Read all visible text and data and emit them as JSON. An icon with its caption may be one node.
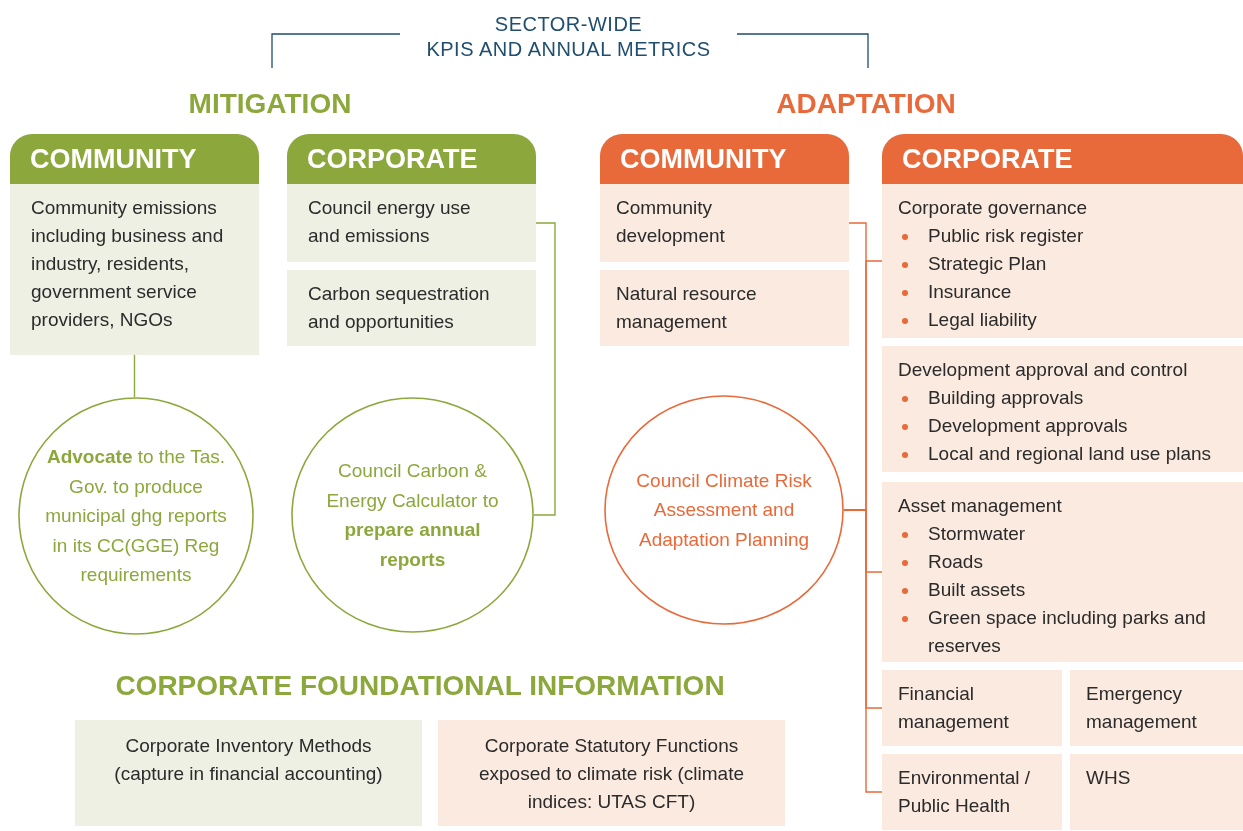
{
  "diagram": {
    "title": "SECTOR-WIDE KPIS AND ANNUAL METRICS",
    "nodes": [
      {
        "text": [
          "COMMUNITY"
        ]
      },
      {
        "text": [
          "Community emissions including business and industry, residents, government service providers, NGOs"
        ]
      },
      {
        "text": [
          "CORPORATE"
        ]
      },
      {
        "text": [
          "Council energy use and emissions"
        ]
      },
      {
        "text": [
          "Carbon sequestration and opportunities"
        ]
      },
      {
        "text": [
          "**Advocate** to the Tas. Gov. to produce municipal ghg reports in its CC(GGE) Reg requirements"
        ]
      },
      {
        "text": [
          "Council Carbon & Energy Calculator to **prepare annual reports**"
        ]
      },
      {
        "text": [
          "COMMUNITY"
        ]
      },
      {
        "text": [
          "Community development"
        ]
      },
      {
        "text": [
          "Natural resource management"
        ]
      },
      {
        "text": [
          "Council Climate Risk Assessment and Adaptation Planning"
        ]
      },
      {
        "text": [
          "CORPORATE"
        ]
      },
      {
        "text": [
          "Corporate governance",
          "Public risk register",
          "Strategic Plan",
          "Insurance",
          "Legal liability"
        ]
      },
      {
        "text": [
          "Development approval and control",
          "Building approvals",
          "Development approvals",
          "Local and regional land use plans"
        ]
      },
      {
        "text": [
          "Asset management",
          "Stormwater",
          "Roads",
          "Built assets",
          "Green space including parks and reserves"
        ]
      },
      {
        "text": [
          "Financial management"
        ]
      },
      {
        "text": [
          "Emergency management"
        ]
      },
      {
        "text": [
          "Environmental / Public Health"
        ]
      },
      {
        "text": [
          "WHS"
        ]
      },
      {
        "text": [
          "Corporate Inventory Methods (capture in financial accounting)"
        ]
      },
      {
        "text": [
          "Corporate Statutory Functions exposed to climate risk (climate indices: UTAS CFT)"
        ]
      }
    ],
    "edges": [
      {
        "from": 1,
        "to": 5,
        "arrow": "none",
        "color": "#8ca83c"
      },
      {
        "from": 3,
        "to": 6,
        "arrow": "none",
        "color": "#8ca83c"
      },
      {
        "from": 10,
        "to": 8,
        "arrow": "none"
      },
      {
        "from": 10,
        "to": 12,
        "arrow": "none"
      },
      {
        "from": 10,
        "to": 14,
        "arrow": "none"
      },
      {
        "from": 10,
        "to": 15,
        "arrow": "none"
      },
      {
        "from": 10,
        "to": 17,
        "arrow": "none"
      }
    ],
    "labels": [
      "MITIGATION",
      "ADAPTATION",
      "CORPORATE FOUNDATIONAL INFORMATION"
    ]
  }
}
